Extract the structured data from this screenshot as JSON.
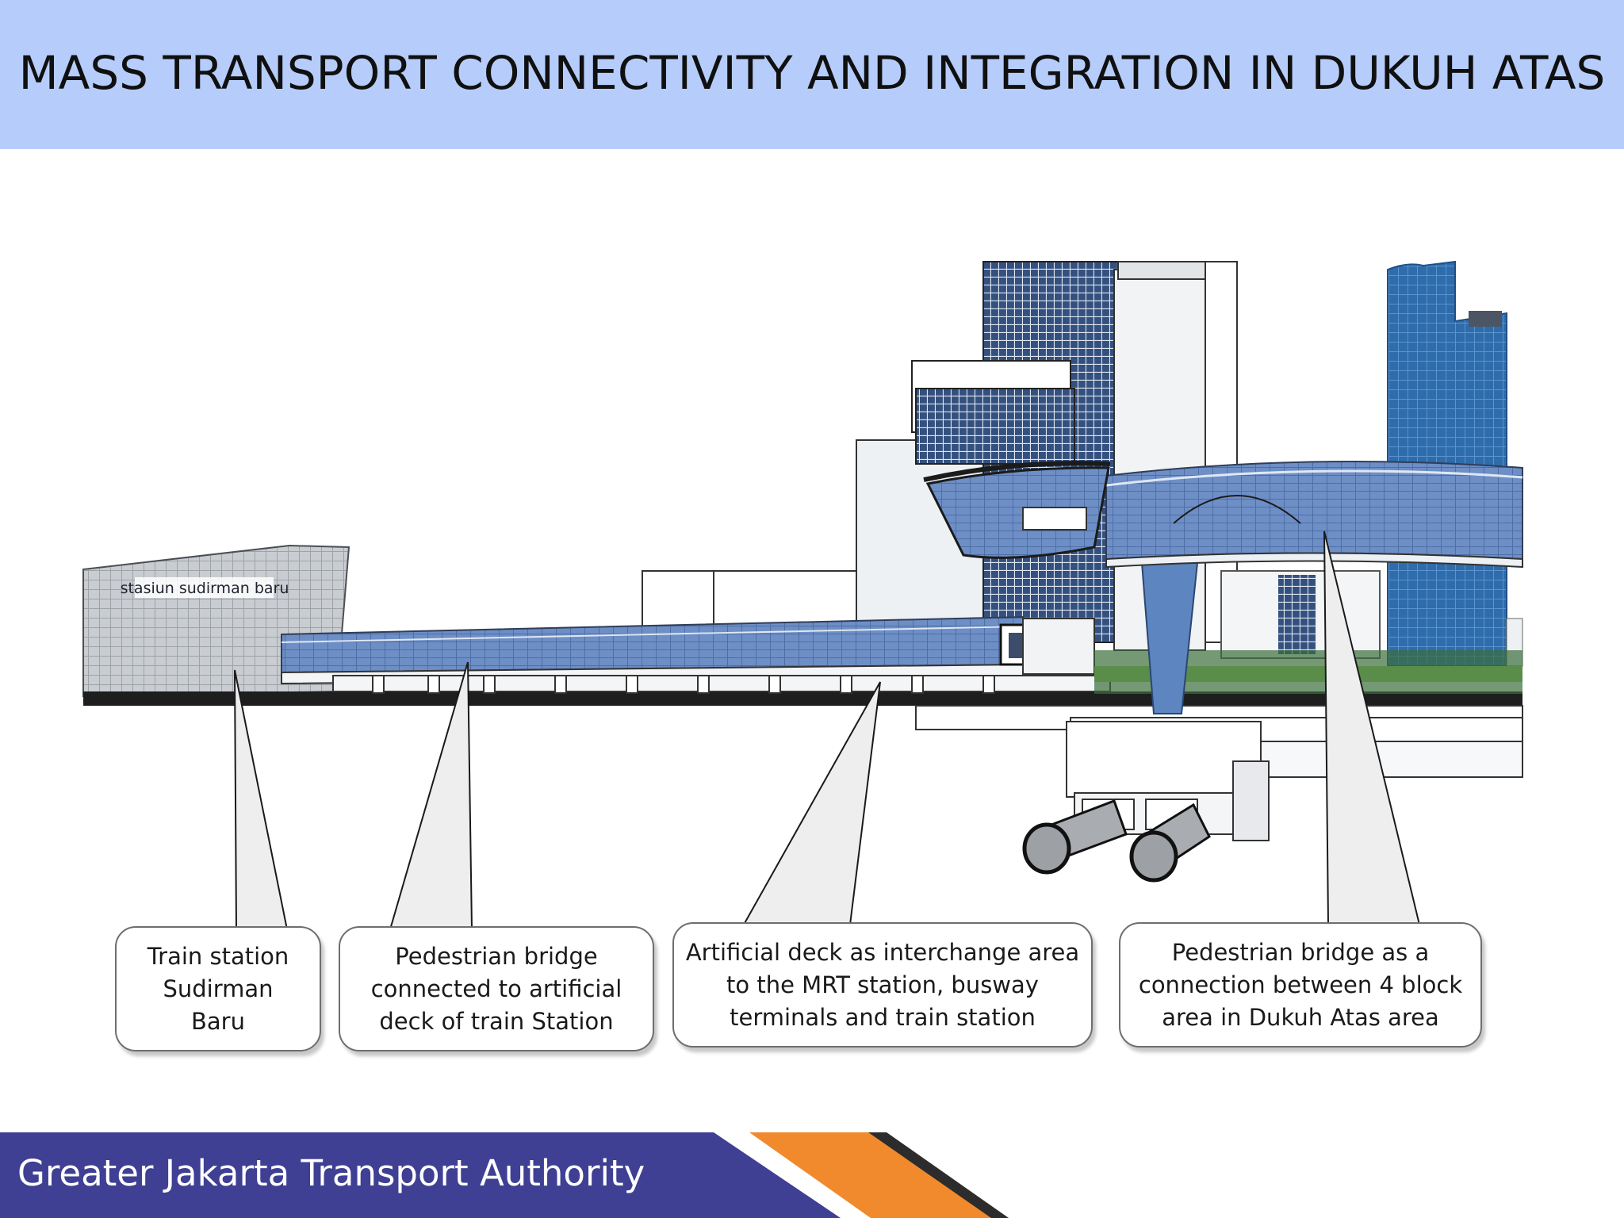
{
  "slide": {
    "title": "MASS TRANSPORT CONNECTIVITY AND INTEGRATION IN DUKUH ATAS",
    "station_sign": "stasiun sudirman baru",
    "callouts": [
      {
        "name": "train-station",
        "text": "Train station\nSudirman\nBaru"
      },
      {
        "name": "pedestrian-bridge-train",
        "text": "Pedestrian bridge\nconnected to artificial\ndeck of train Station"
      },
      {
        "name": "artificial-deck",
        "text": "Artificial deck as interchange area\nto the MRT station, busway\nterminals  and train station"
      },
      {
        "name": "pedestrian-bridge-blocks",
        "text": "Pedestrian bridge as a\nconnection between  4 block\narea in Dukuh Atas  area"
      }
    ],
    "footer": {
      "org": "Greater Jakarta Transport Authority"
    }
  },
  "colors": {
    "header_bg": "#b6cdfb",
    "footer_band": "#3f3f93",
    "footer_accent": "#f08a2c",
    "glass_blue": "#6e8fc6",
    "tower_blue": "#2a6aa8"
  }
}
